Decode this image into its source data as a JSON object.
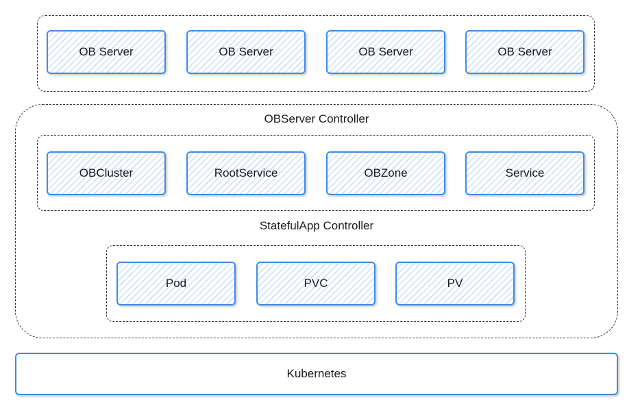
{
  "top_group": {
    "nodes": [
      "OB Server",
      "OB Server",
      "OB Server",
      "OB Server"
    ]
  },
  "controller_group": {
    "title": "OBServer Controller",
    "inner_nodes": [
      "OBCluster",
      "RootService",
      "OBZone",
      "Service"
    ],
    "sub_title": "StatefulApp Controller",
    "sub_nodes": [
      "Pod",
      "PVC",
      "PV"
    ]
  },
  "platform": {
    "label": "Kubernetes"
  },
  "colors": {
    "node_border": "#3b8ce6",
    "group_border": "#333333",
    "text": "#1a1a1a"
  }
}
